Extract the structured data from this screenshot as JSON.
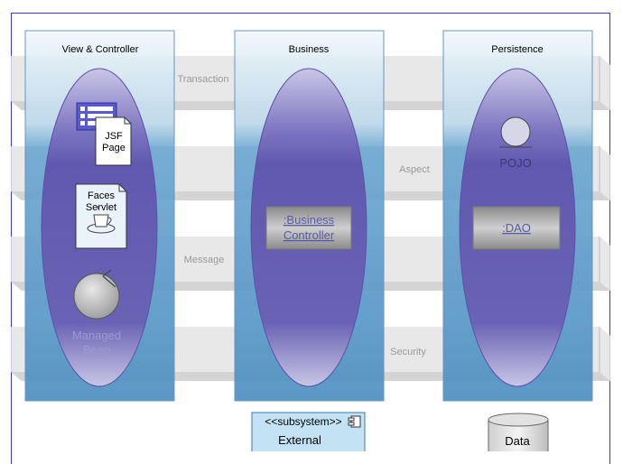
{
  "columns": [
    {
      "title": "View & Controller"
    },
    {
      "title": "Business"
    },
    {
      "title": "Persistence"
    }
  ],
  "layers": [
    {
      "label": "Transaction"
    },
    {
      "label": "Aspect"
    },
    {
      "label": "Message"
    },
    {
      "label": "Security"
    }
  ],
  "components": {
    "jsf_page": [
      "JSF",
      "Page"
    ],
    "faces_servlet": [
      "Faces",
      "Servlet"
    ],
    "managed_bean": [
      "Managed",
      "Bean"
    ],
    "business_controller": [
      ":Business",
      "Controller"
    ],
    "pojo": "POJO",
    "dao": ":DAO",
    "subsystem_stereotype": "<<subsystem>>",
    "external": "External",
    "data": "Data"
  },
  "colors": {
    "frame_border": "#3b3bd6",
    "column_top": "#eef6fb",
    "column_bottom": "#5a9ac8",
    "ellipse_fill": "#6a62b4",
    "layer_band": "#e6e6e6",
    "label_gray": "#9a9a9a"
  }
}
